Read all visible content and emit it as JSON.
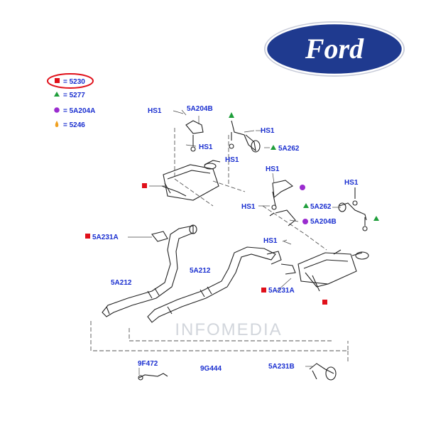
{
  "brand": {
    "logo_text": "Ford",
    "oval_color": "#1f3a8f"
  },
  "watermark": "INFOMEDIA",
  "colors": {
    "label": "#1a2fd0",
    "square": "#e0101a",
    "triangle": "#1e9e3a",
    "circle": "#9a2ccf",
    "drop": "#f0a020",
    "highlight": "#e0101a"
  },
  "legend": [
    {
      "symbol": "square",
      "text": "= 5230",
      "highlighted": true
    },
    {
      "symbol": "triangle",
      "text": "= 5277"
    },
    {
      "symbol": "circle",
      "text": "= 5A204A"
    },
    {
      "symbol": "drop",
      "text": "= 5246"
    }
  ],
  "labels": {
    "hs1_a": "HS1",
    "c5a204b_top": "5A204B",
    "hs1_b": "HS1",
    "hs1_c": "HS1",
    "hs1_d": "HS1",
    "c5a262_top": "5A262",
    "hs1_e": "HS1",
    "hs1_f": "HS1",
    "hs1_g": "HS1",
    "c5a262_right": "5A262",
    "c5a204b_right": "5A204B",
    "hs1_h": "HS1",
    "c5a231a_left": "5A231A",
    "c5a212_left": "5A212",
    "c5a212_center": "5A212",
    "c5a231a_right": "5A231A",
    "c9f472": "9F472",
    "c9g444": "9G444",
    "c5a231b": "5A231B"
  }
}
